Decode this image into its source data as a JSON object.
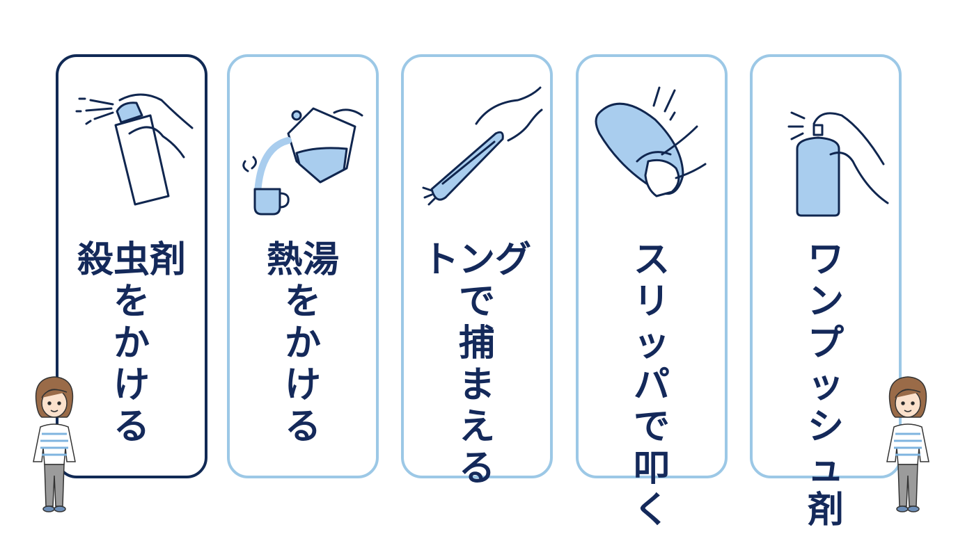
{
  "colors": {
    "text": "#14295a",
    "selected_border": "#112a55",
    "card_border": "#9cc8e6",
    "illustration_fill": "#a9cdee",
    "illustration_stroke": "#10264f"
  },
  "cards": [
    {
      "id": "insecticide",
      "selected": true,
      "icon": "spray-can-icon",
      "first_line": "殺虫剤",
      "rest": [
        "を",
        "か",
        "け",
        "る"
      ]
    },
    {
      "id": "hot-water",
      "selected": false,
      "icon": "kettle-pouring-icon",
      "first_line": "熱湯",
      "rest": [
        "を",
        "か",
        "け",
        "る"
      ]
    },
    {
      "id": "tongs",
      "selected": false,
      "icon": "tongs-icon",
      "first_line": "トング",
      "rest": [
        "で",
        "捕",
        "ま",
        "え",
        "る"
      ]
    },
    {
      "id": "slipper",
      "selected": false,
      "icon": "slipper-swat-icon",
      "first_line": "ス",
      "rest": [
        "リ",
        "ッ",
        "パ",
        "で",
        "叩",
        "く"
      ]
    },
    {
      "id": "one-push",
      "selected": false,
      "icon": "one-push-spray-icon",
      "first_line": "ワ",
      "rest": [
        "ン",
        "プ",
        "ッ",
        "シ",
        "ュ",
        "剤"
      ]
    }
  ]
}
